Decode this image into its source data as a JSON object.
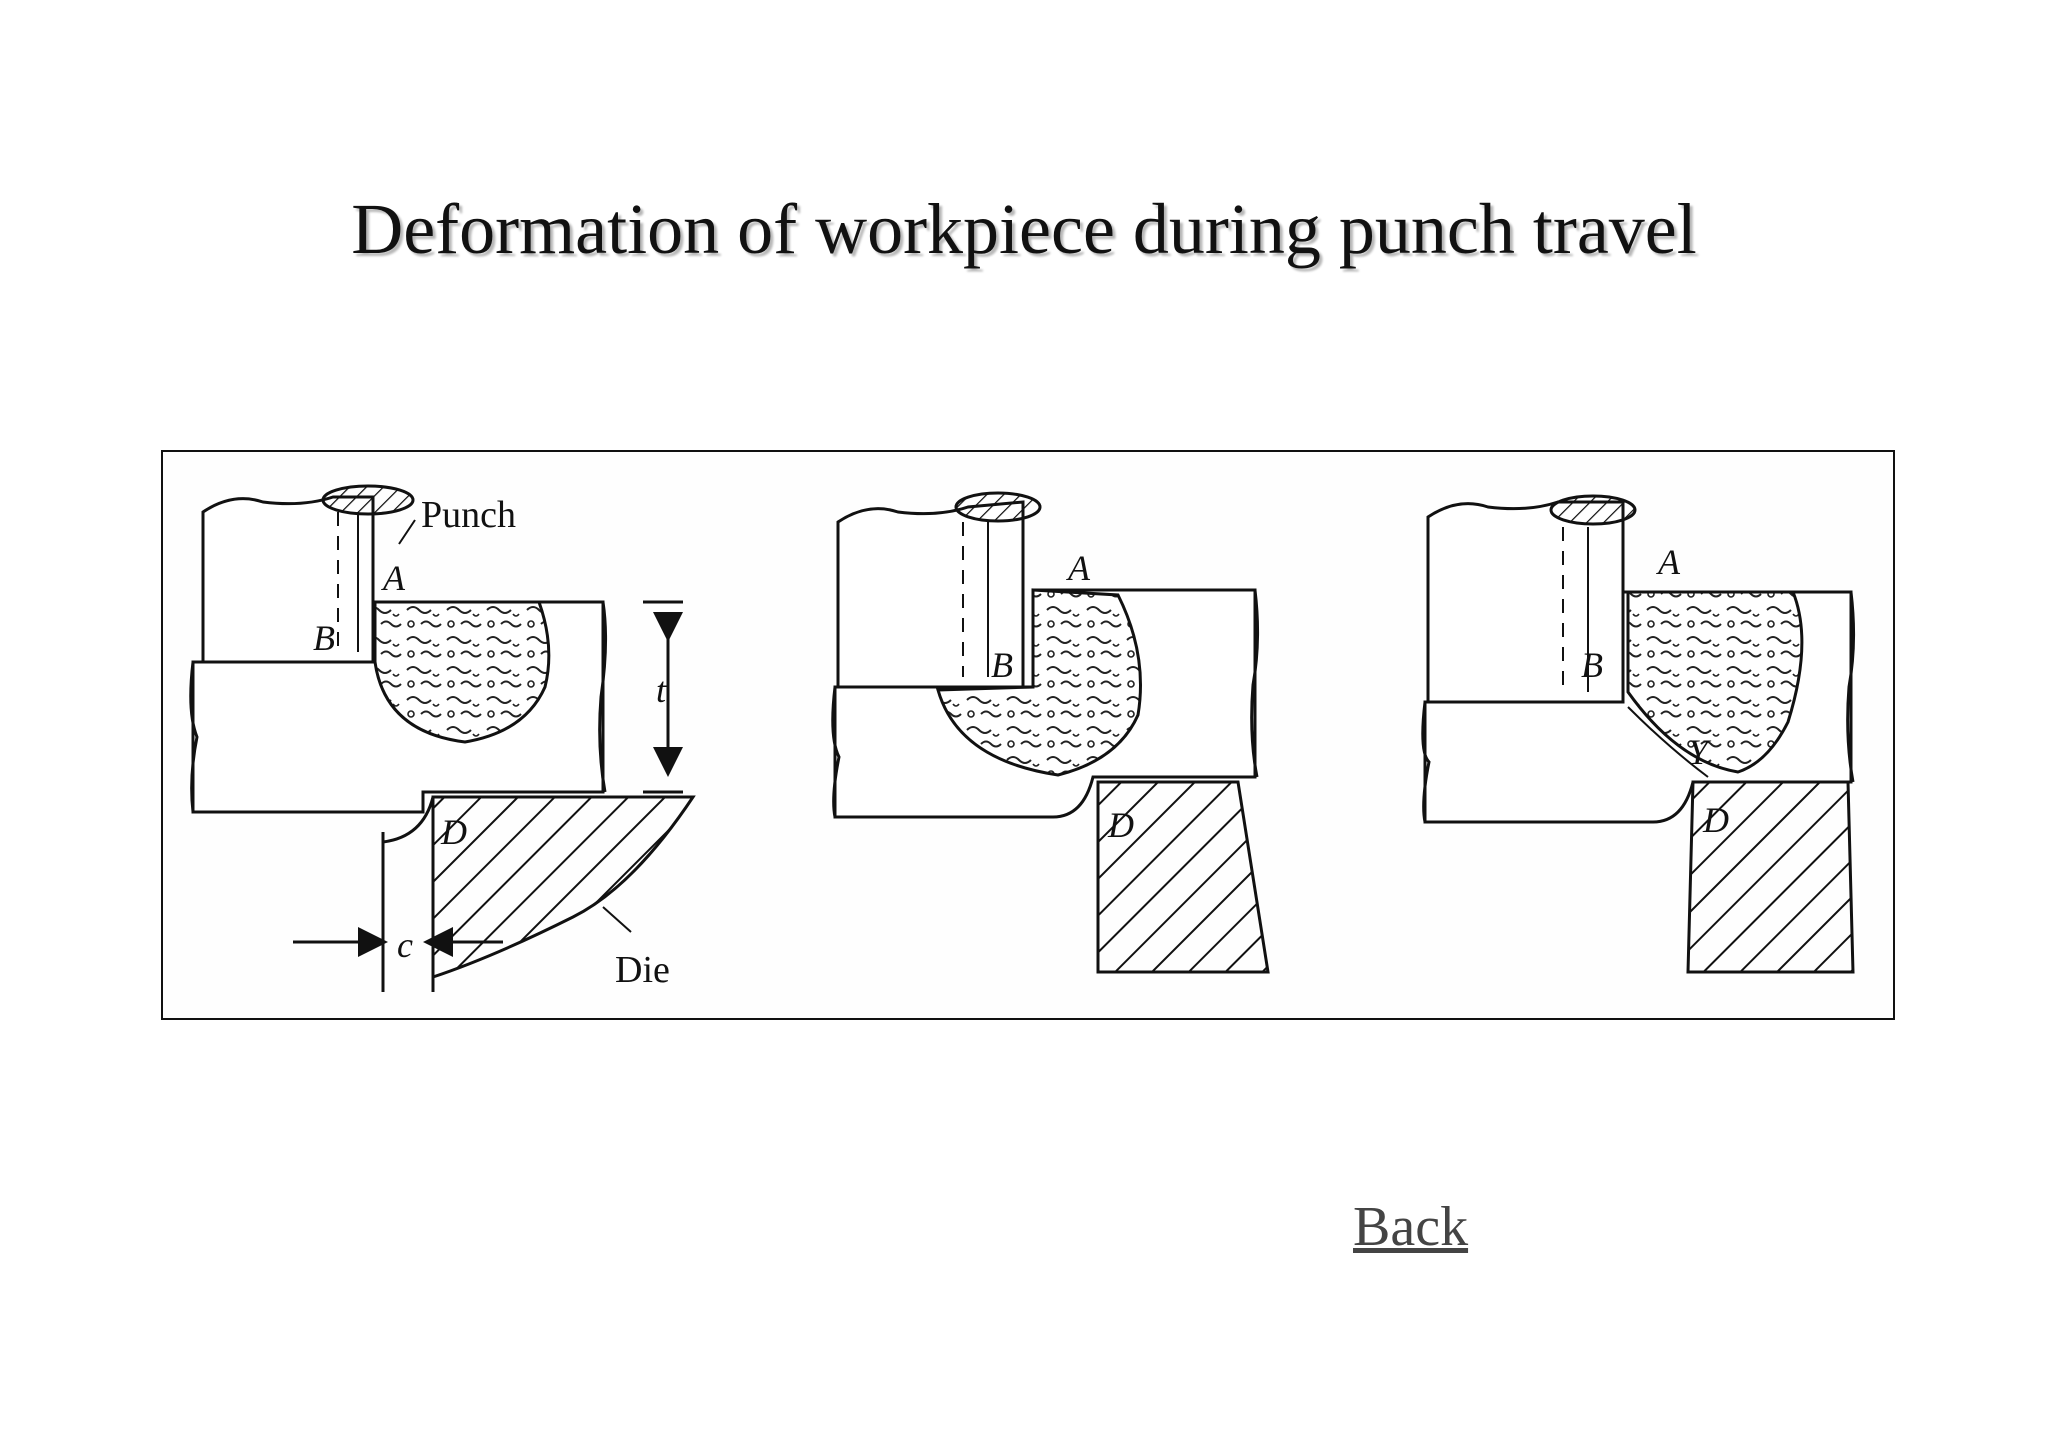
{
  "page": {
    "title": "Deformation of workpiece during punch travel",
    "back_label": "Back",
    "link_color": "#444444"
  },
  "figure": {
    "panel1": {
      "punch_label": "Punch",
      "die_label": "Die",
      "point_a": "A",
      "point_b": "B",
      "point_d": "D",
      "thickness_label": "t",
      "clearance_label": "c"
    },
    "panel2": {
      "point_a": "A",
      "point_b": "B",
      "point_d": "D"
    },
    "panel3": {
      "point_a": "A",
      "point_b": "B",
      "point_d": "D",
      "point_y": "Y"
    }
  }
}
